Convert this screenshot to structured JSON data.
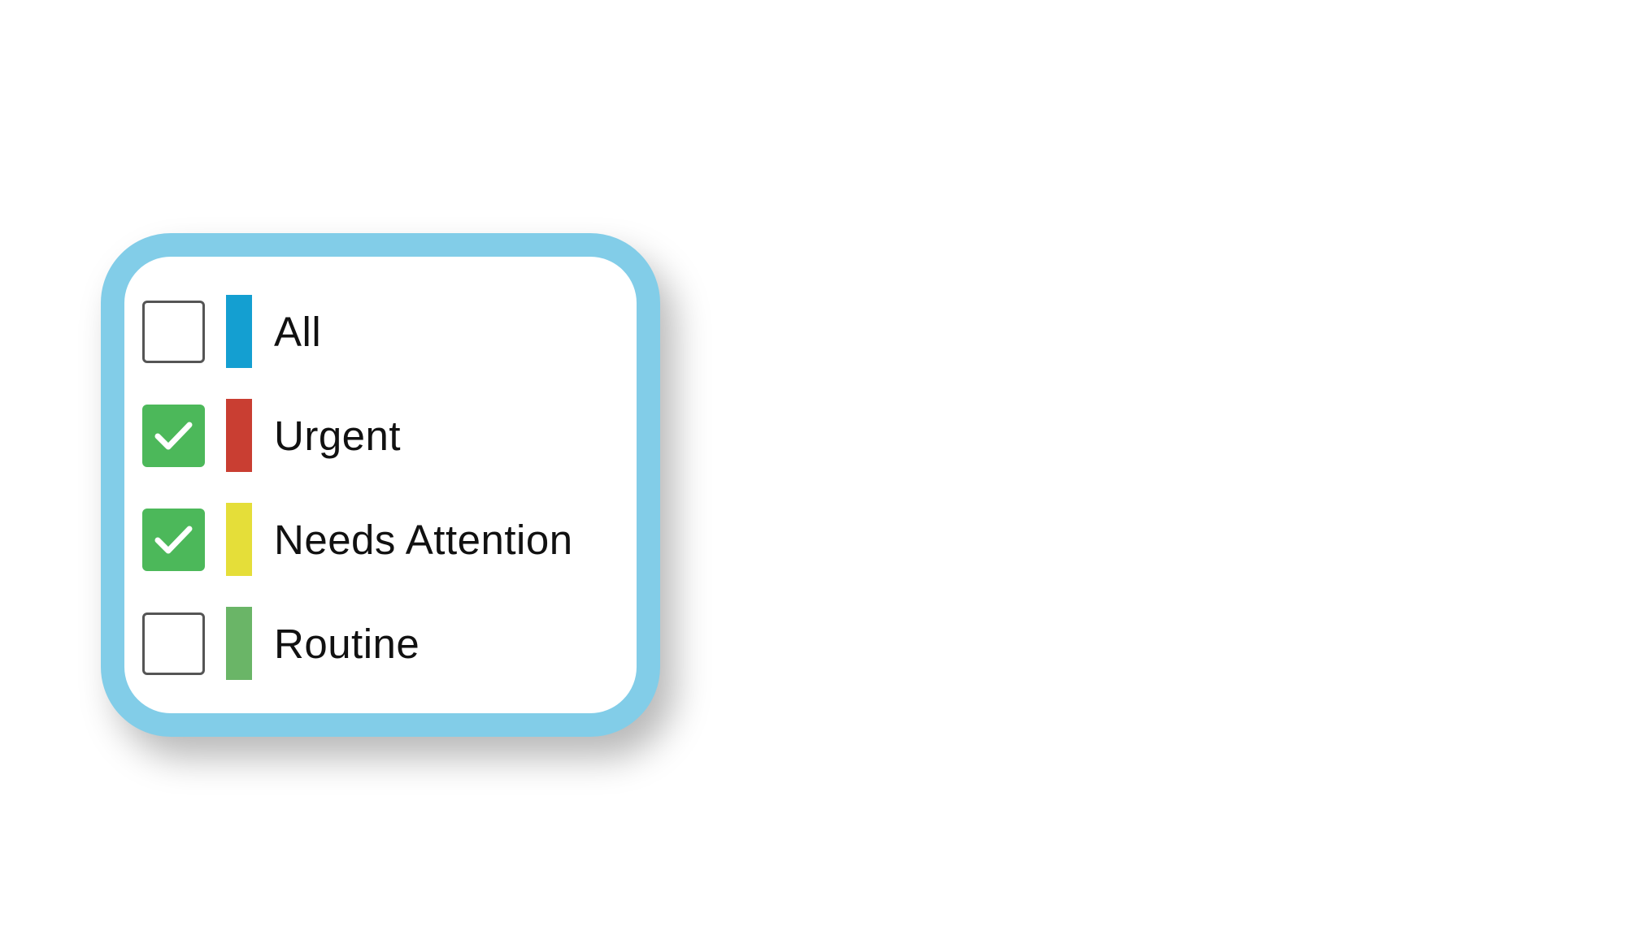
{
  "filters": [
    {
      "label": "All",
      "checked": false,
      "color": "#149fd1",
      "icon": "empty-checkbox"
    },
    {
      "label": "Urgent",
      "checked": true,
      "color": "#c93e32",
      "icon": "check-icon"
    },
    {
      "label": "Needs Attention",
      "checked": true,
      "color": "#e5de39",
      "icon": "check-icon"
    },
    {
      "label": "Routine",
      "checked": false,
      "color": "#6ab567",
      "icon": "empty-checkbox"
    }
  ],
  "colors": {
    "panel_border": "#82cde8",
    "checked_fill": "#4cb85a",
    "unchecked_border": "#555555"
  }
}
